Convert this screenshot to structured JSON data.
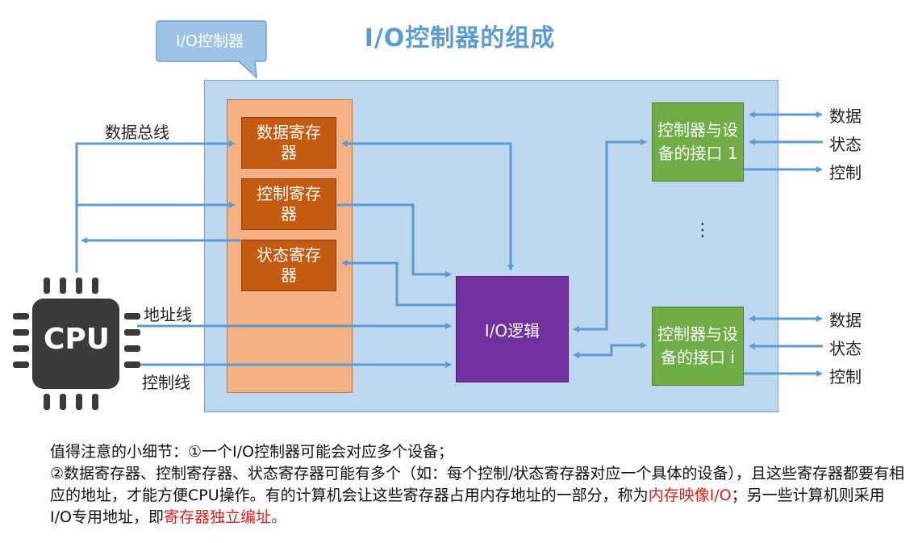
{
  "title": "I/O控制器的组成",
  "callout": "I/O控制器",
  "registers": {
    "data": "数据寄存器",
    "control": "控制寄存器",
    "status": "状态寄存器"
  },
  "io_logic": "I/O逻辑",
  "devices": [
    {
      "label": "控制器与设备的接口 1",
      "signals": [
        "数据",
        "状态",
        "控制"
      ]
    },
    {
      "label": "控制器与设备的接口 i",
      "signals": [
        "数据",
        "状态",
        "控制"
      ]
    }
  ],
  "ellipsis": "⋮",
  "buses": {
    "data_bus": "数据总线",
    "address_line": "地址线",
    "control_line": "控制线"
  },
  "cpu": "CPU",
  "note": {
    "line1": "值得注意的小细节：①一个I/O控制器可能会对应多个设备；",
    "line2_part1": "②数据寄存器、控制寄存器、状态寄存器可能有多个（如：每个控制/状态寄存器对应一个具体的设备），且这些寄存器都要有相应的地址，才能方便CPU操作。有的计算机会让这些寄存器占用内存地址的一部分，称为",
    "highlight1": "内存映像I/O",
    "line2_part2": "；另一些计算机则采用I/O专用地址，即",
    "highlight2": "寄存器独立编址。"
  },
  "colors": {
    "title": "#5b9bd5",
    "controller_bg": "#bdd7ee",
    "register_column": "#f4b183",
    "register": "#c55a11",
    "io_logic": "#7030a0",
    "device_interface": "#70ad47",
    "arrow": "#5b9bd5",
    "highlight": "#e0201c",
    "cpu": "#3a3a3a"
  }
}
